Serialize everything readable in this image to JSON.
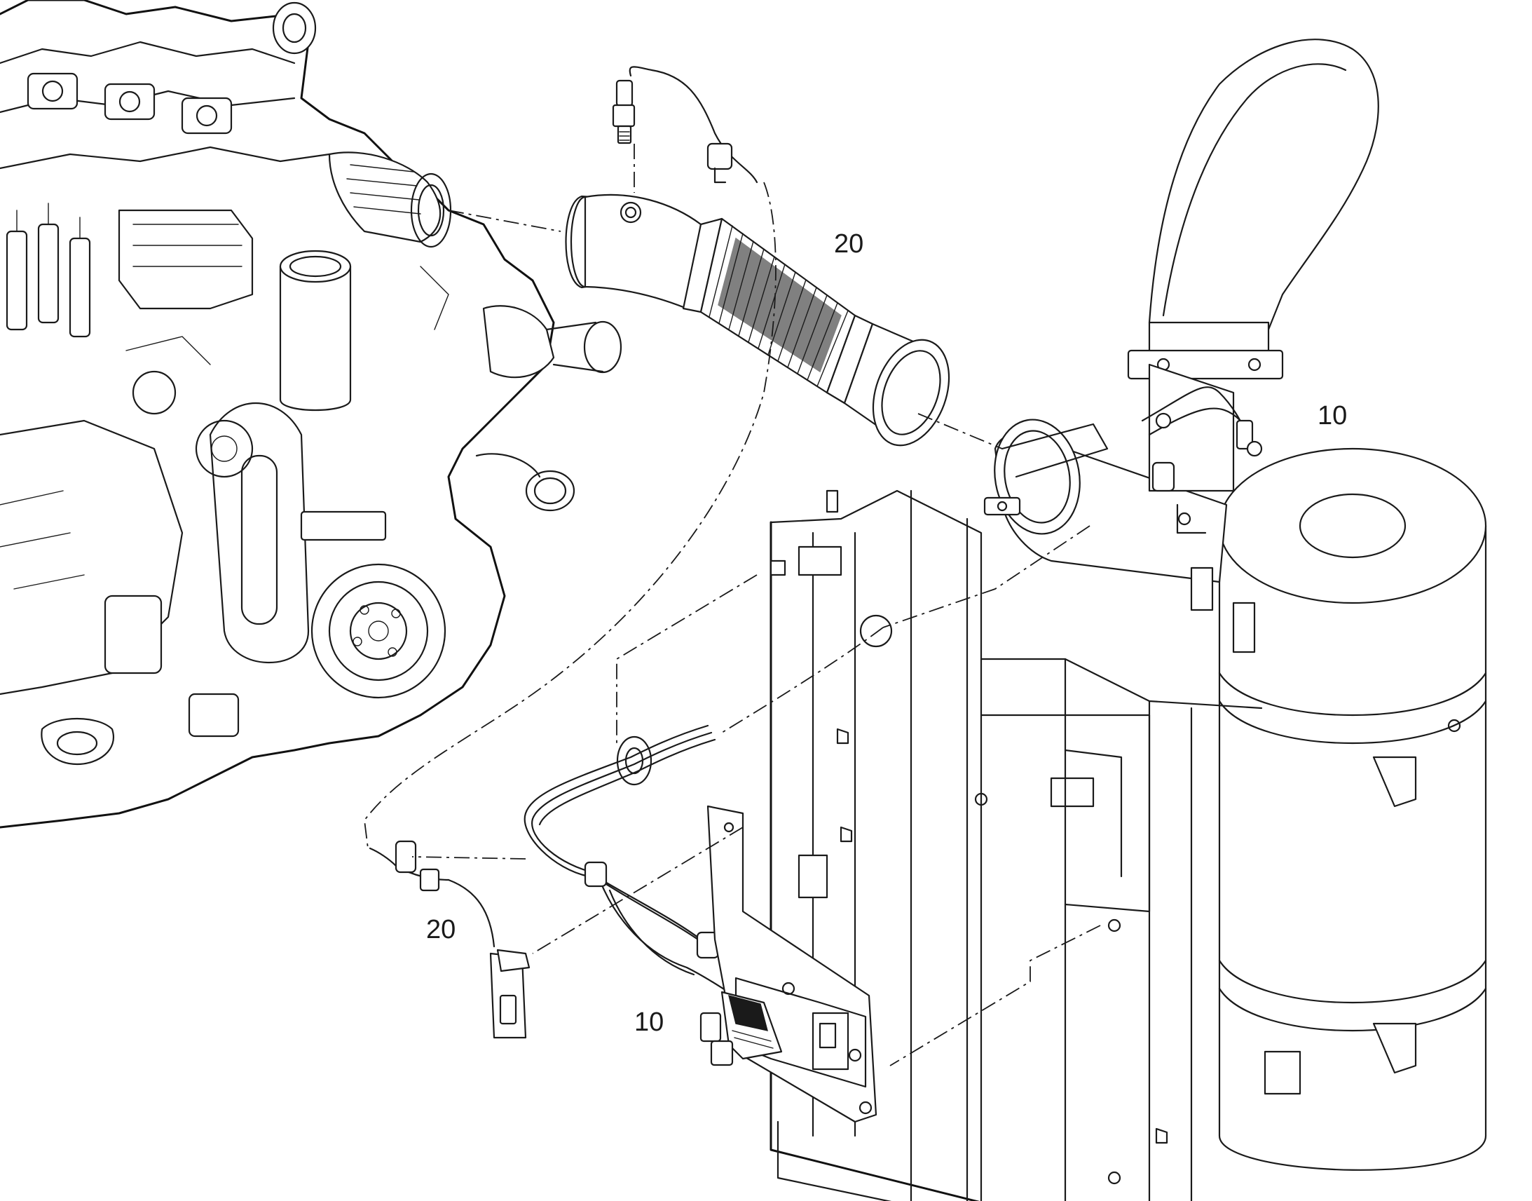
{
  "callouts": [
    {
      "id": "callout-20-top",
      "label": "20"
    },
    {
      "id": "callout-10-top",
      "label": "10"
    },
    {
      "id": "callout-20-bottom",
      "label": "20"
    },
    {
      "id": "callout-10-bottom",
      "label": "10"
    }
  ],
  "colors": {
    "line": "#1a1a1a",
    "background": "#ffffff"
  }
}
